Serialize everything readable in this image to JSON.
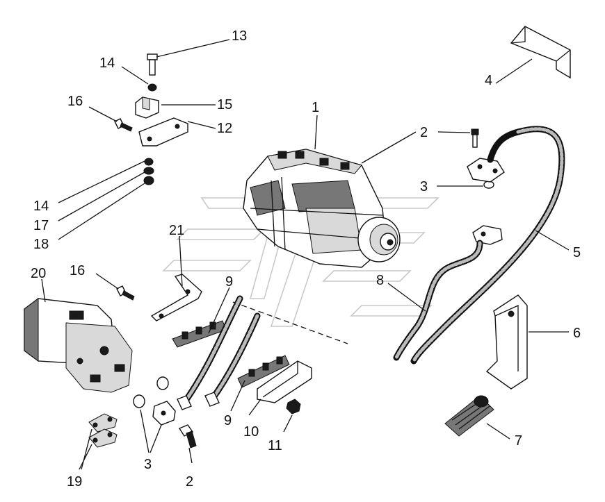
{
  "diagram": {
    "callouts": [
      {
        "id": "c1",
        "label": "1"
      },
      {
        "id": "c2a",
        "label": "2"
      },
      {
        "id": "c2b",
        "label": "2"
      },
      {
        "id": "c3a",
        "label": "3"
      },
      {
        "id": "c3b",
        "label": "3"
      },
      {
        "id": "c4",
        "label": "4"
      },
      {
        "id": "c5",
        "label": "5"
      },
      {
        "id": "c6",
        "label": "6"
      },
      {
        "id": "c7",
        "label": "7"
      },
      {
        "id": "c8",
        "label": "8"
      },
      {
        "id": "c9a",
        "label": "9"
      },
      {
        "id": "c9b",
        "label": "9"
      },
      {
        "id": "c10",
        "label": "10"
      },
      {
        "id": "c11",
        "label": "11"
      },
      {
        "id": "c12",
        "label": "12"
      },
      {
        "id": "c13",
        "label": "13"
      },
      {
        "id": "c14a",
        "label": "14"
      },
      {
        "id": "c14b",
        "label": "14"
      },
      {
        "id": "c15",
        "label": "15"
      },
      {
        "id": "c16a",
        "label": "16"
      },
      {
        "id": "c16b",
        "label": "16"
      },
      {
        "id": "c17",
        "label": "17"
      },
      {
        "id": "c18",
        "label": "18"
      },
      {
        "id": "c19",
        "label": "19"
      },
      {
        "id": "c20",
        "label": "20"
      },
      {
        "id": "c21",
        "label": "21"
      }
    ]
  }
}
